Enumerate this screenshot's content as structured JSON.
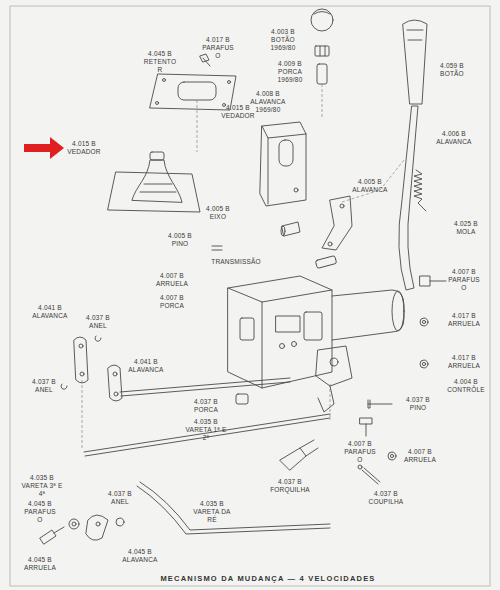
{
  "diagram": {
    "title": "MECANISMO DA MUDANÇA — 4 VELOCIDADES",
    "labels": [
      "4.017 B PARAFUSO",
      "4.003 B BOTÃO 1969/80",
      "4.045 B RETENTOR",
      "4.009 B PORCA 1969/80",
      "4.059 B BOTÃO",
      "4.008 B ALAVANCA 1969/80",
      "4.015 B VEDADOR",
      "4.015 B VEDADOR",
      "4.006 B ALAVANCA",
      "4.005 B ALAVANCA",
      "4.005 B EIXO",
      "4.025 B MOLA",
      "4.005 B PINO",
      "TRANSMISSÃO",
      "4.007 B ARRUELA",
      "4.007 B PORCA",
      "4.007 B PARAFUSO",
      "4.041 B ALAVANCA",
      "4.037 B ANEL",
      "4.017 B ARRUELA",
      "4.041 B ALAVANCA",
      "4.017 B ARRUELA",
      "4.004 B CONTRÔLE",
      "4.037 B ANEL",
      "4.037 B PORCA",
      "4.035 B VARETA 1ª E 2ª",
      "4.037 B PINO",
      "4.007 B PARAFUSO",
      "4.007 B ARRUELA",
      "4.035 B VARETA 3ª E 4ª",
      "4.037 B ANEL",
      "4.037 B FORQUILHA",
      "4.037 B COUPILHA",
      "4.045 B PARAFUSO",
      "4.035 B VARETA DA RÉ",
      "4.045 B ALAVANCA",
      "4.045 B ARRUELA"
    ]
  }
}
